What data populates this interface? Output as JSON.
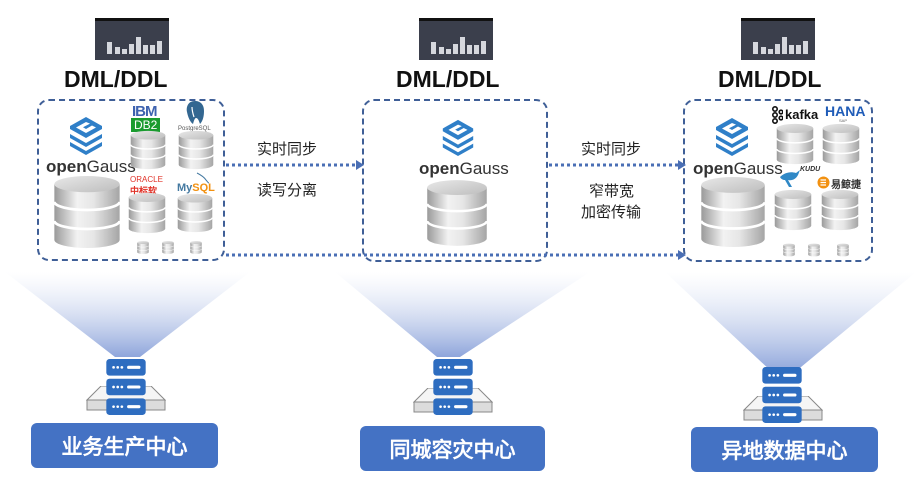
{
  "colors": {
    "accent_blue": "#4472c4",
    "dashed_border": "#3f5f97",
    "arrow_dots": "#4a6fb5",
    "server_blue": "#2e6dc0",
    "beam_top": "#ffffff",
    "beam_bottom": "#8fa6dc",
    "opengauss_logo": "#2f7fc8"
  },
  "sites": [
    {
      "id": "production",
      "monitor_icon": "dashboard-chart-icon",
      "dml_label": "DML/DDL",
      "brand": "openGauss",
      "brand_bold": "open",
      "brand_rest": "Gauss",
      "databases": [
        "IBM",
        "DB2",
        "PostgreSQL",
        "ORACLE",
        "中标软",
        "MySQL"
      ],
      "center_label": "业务生产中心"
    },
    {
      "id": "same-city-dr",
      "monitor_icon": "dashboard-chart-icon",
      "dml_label": "DML/DDL",
      "brand": "openGauss",
      "brand_bold": "open",
      "brand_rest": "Gauss",
      "databases": [],
      "center_label": "同城容灾中心"
    },
    {
      "id": "remote-data",
      "monitor_icon": "dashboard-chart-icon",
      "dml_label": "DML/DDL",
      "brand": "openGauss",
      "brand_bold": "open",
      "brand_rest": "Gauss",
      "databases": [
        "kafka",
        "HANA",
        "KUDU",
        "易鲸捷"
      ],
      "center_label": "异地数据中心"
    }
  ],
  "links": [
    {
      "from": "production",
      "to": "same-city-dr",
      "labels": [
        "实时同步",
        "读写分离"
      ]
    },
    {
      "from": "same-city-dr",
      "to": "remote-data",
      "labels": [
        "实时同步",
        "窄带宽",
        "加密传输"
      ]
    }
  ],
  "db_brands": {
    "ibm": "IBM",
    "db2": "DB2",
    "postgresql": "PostgreSQL",
    "oracle": "ORACLE",
    "cs2c": "中标软",
    "mysql_my": "My",
    "mysql_sql": "SQL",
    "kafka": "kafka",
    "hana": "HANA",
    "hana_sub": "SAP",
    "kudu": "KUDU",
    "esgyn": "易鲸捷"
  }
}
